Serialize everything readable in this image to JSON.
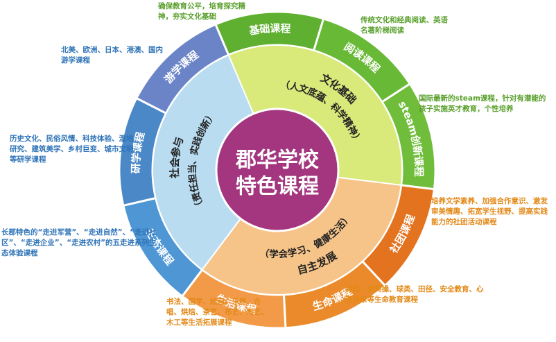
{
  "center": {
    "line1": "郡华学校",
    "line2": "特色课程",
    "color": "#a3367e"
  },
  "inner": [
    {
      "line1": "文化基础",
      "line2": "（人文底蕴、科学精神）",
      "color": "#d9e97a"
    },
    {
      "line1": "社会参与",
      "line2": "（责任担当、实践创新）",
      "color": "#b9dcf1"
    },
    {
      "line1": "自主发展",
      "line2": "（学会学习、健康生活）",
      "color": "#f6c489"
    }
  ],
  "outer": [
    {
      "label": "基础课程",
      "color": "#5fb030"
    },
    {
      "label": "阅读课程",
      "color": "#68b935"
    },
    {
      "label": "steam创新课程",
      "color": "#6fbd3a"
    },
    {
      "label": "社团课程",
      "color": "#e4731f"
    },
    {
      "label": "生命课程",
      "color": "#ea8a2a"
    },
    {
      "label": "生活课程",
      "color": "#f29a48"
    },
    {
      "label": "生态课程",
      "color": "#4f96d5"
    },
    {
      "label": "研学课程",
      "color": "#4a88c8"
    },
    {
      "label": "游学课程",
      "color": "#6b84c7"
    }
  ],
  "notes": [
    {
      "id": "jichu",
      "text": "确保教育公平，培育探究精神，夯实文化基础"
    },
    {
      "id": "yuedu",
      "text": "传统文化和经典阅读、英语名著阶梯阅读"
    },
    {
      "id": "steam",
      "text": "国际最新的steam课程，针对有潜能的孩子实施英才教育，个性培养"
    },
    {
      "id": "shetuan",
      "text": "培养文学素养、加强合作意识、激发审美情趣、拓宽学生视野、提高实践能力的社团活动课程"
    },
    {
      "id": "shengming",
      "text": "舞蹈、健美操、球类、田径、安全教育、心理健康等生命教育课程"
    },
    {
      "id": "shenghuo",
      "text": "书法、国学、绘画、乐器、合唱、烘焙、茶艺、布艺、陶艺、木工等生活拓展课程"
    },
    {
      "id": "shengtai",
      "text": "长郡特色的“走进军营”、“走进自然”、“走进社区”、“走进企业”、“走进农村”的五走进系列生态体验课程"
    },
    {
      "id": "yanxue",
      "text": "历史文化、民俗风情、科技体验、湿地研究、建筑美学、乡村巨变、城市文明等研学课程"
    },
    {
      "id": "youxue",
      "text": "北美、欧洲、日本、港澳、国内游学课程"
    }
  ]
}
